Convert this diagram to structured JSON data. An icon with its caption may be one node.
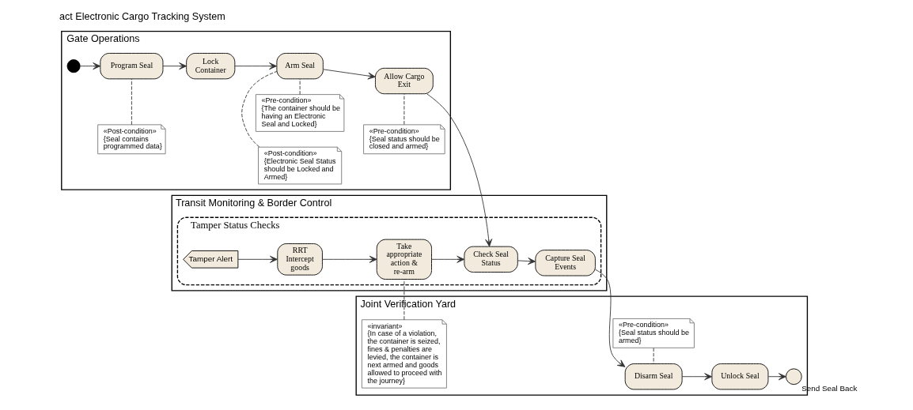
{
  "diagram": {
    "title": "act Electronic Cargo Tracking System",
    "nodes": [
      {
        "text": [
          "Gate Operations"
        ]
      },
      {
        "text": [
          "Transit Monitoring & Border Control"
        ]
      },
      {
        "text": [
          "Tamper Status Checks"
        ],
        "in": 1
      },
      {
        "text": [
          "Joint Verification Yard"
        ]
      },
      {
        "text": [],
        "shape": "circle",
        "in": 0
      },
      {
        "text": [
          "Program Seal"
        ],
        "in": 0
      },
      {
        "text": [
          "Lock Container"
        ],
        "in": 0
      },
      {
        "text": [
          "Arm Seal"
        ],
        "in": 0
      },
      {
        "text": [
          "Allow Cargo Exit"
        ],
        "in": 0
      },
      {
        "text": [
          "«Pre-condition»",
          "{The container should be having an Electronic Seal and Locked}"
        ],
        "in": 0
      },
      {
        "text": [
          "«Pre-condition»",
          "{Seal status should be closed and armed}"
        ],
        "in": 0
      },
      {
        "text": [
          "«Post-condition»",
          "{Seal contains programmed data}"
        ],
        "in": 0
      },
      {
        "text": [
          "«Post-condition»",
          "{Electronic Seal Status should be Locked and Armed}"
        ],
        "in": 0
      },
      {
        "text": [
          "Check Seal Status"
        ],
        "in": 2
      },
      {
        "text": [
          "Capture Seal Events"
        ],
        "in": 2
      },
      {
        "text": [
          "Tamper Alert"
        ],
        "in": 2
      },
      {
        "text": [
          "RRT Intercept goods"
        ],
        "in": 2
      },
      {
        "text": [
          "Take appropriate action & re-arm"
        ],
        "in": 2
      },
      {
        "text": [
          "«Pre-condition»",
          "{Seal status should be armed}"
        ],
        "in": 3
      },
      {
        "text": [
          "Disarm Seal"
        ],
        "in": 3
      },
      {
        "text": [
          "Unlock Seal"
        ],
        "in": 3
      },
      {
        "text": [],
        "shape": "circle",
        "in": 3,
        "beside": [
          "Send Seal Back"
        ]
      },
      {
        "text": [
          "«invariant»",
          "{In case of a violation, the container is seized, fines & penalties are levied, the container is next armed and goods allowed to proceed with the journey}"
        ],
        "in": 3
      }
    ],
    "edges": [
      {
        "from": 4,
        "to": 5,
        "arrow": "to"
      },
      {
        "from": 5,
        "to": 6,
        "arrow": "to"
      },
      {
        "from": 6,
        "to": 7,
        "arrow": "to"
      },
      {
        "from": 7,
        "to": 8,
        "arrow": "to"
      },
      {
        "from": 8,
        "to": 13,
        "arrow": "to"
      },
      {
        "from": 13,
        "to": 14,
        "arrow": "to"
      },
      {
        "from": 14,
        "to": 19,
        "arrow": "to"
      },
      {
        "from": 19,
        "to": 20,
        "arrow": "to"
      },
      {
        "from": 20,
        "to": 21,
        "arrow": "to"
      },
      {
        "from": 15,
        "to": 16,
        "arrow": "to"
      },
      {
        "from": 16,
        "to": 17,
        "arrow": "to"
      },
      {
        "from": 17,
        "to": 13,
        "arrow": "to"
      },
      {
        "from": 9,
        "to": 7,
        "arrow": "none",
        "style": "dashed"
      },
      {
        "from": 10,
        "to": 8,
        "arrow": "none",
        "style": "dashed"
      },
      {
        "from": 11,
        "to": 5,
        "arrow": "none",
        "style": "dashed"
      },
      {
        "from": 12,
        "to": 7,
        "arrow": "none",
        "style": "dashed"
      },
      {
        "from": 18,
        "to": 19,
        "arrow": "none",
        "style": "dashed"
      },
      {
        "from": 22,
        "to": 17,
        "arrow": "none",
        "style": "dashed"
      }
    ]
  }
}
